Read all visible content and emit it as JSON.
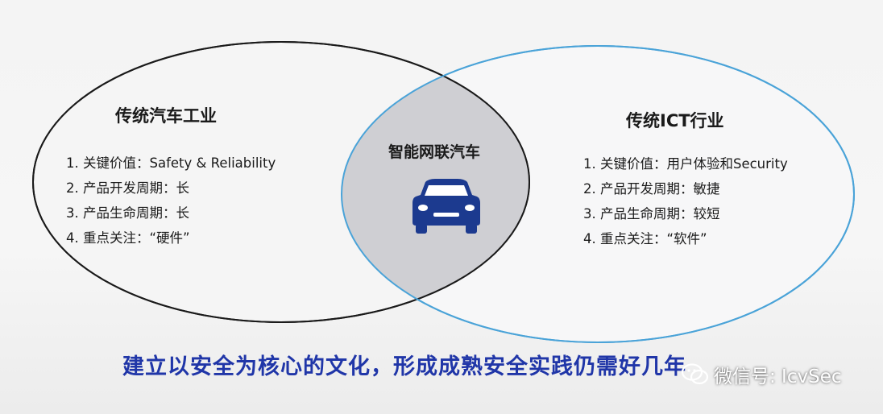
{
  "left_circle": {
    "title": "传统汽车工业",
    "items": [
      "1. 关键价值：Safety & Reliability",
      "2. 产品开发周期：长",
      "3. 产品生命周期：长",
      "4. 重点关注：“硬件”"
    ]
  },
  "right_circle": {
    "title": "传统ICT行业",
    "items": [
      "1. 关键价值：用户体验和Security",
      "2. 产品开发周期：敏捷",
      "3. 产品生命周期：较短",
      "4. 重点关注：“软件”"
    ]
  },
  "intersection": {
    "title": "智能网联汽车",
    "icon": "car-icon"
  },
  "caption": "建立以安全为核心的文化，形成成熟安全实践仍需好几年",
  "watermark": {
    "icon": "wechat-icon",
    "text": "微信号: IcvSec"
  },
  "colors": {
    "left_circle_stroke": "#1a1a1a",
    "right_circle_stroke": "#4aa3d8",
    "intersection_fill": "#cfcfd3",
    "car_icon": "#1c3a8f",
    "caption": "#2036a8"
  }
}
